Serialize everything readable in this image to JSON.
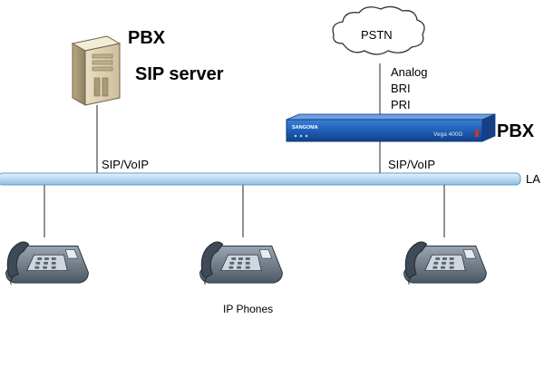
{
  "labels": {
    "pbx_left": "PBX",
    "sip_server": "SIP server",
    "pstn": "PSTN",
    "analog": "Analog",
    "bri": "BRI",
    "pri": "PRI",
    "pbx_right": "PBX",
    "sip_voip_left": "SIP/VoIP",
    "sip_voip_right": "SIP/VoIP",
    "lan": "LA",
    "ip_phones": "IP Phones"
  },
  "gateway": {
    "brand": "SANGOMA",
    "model": "Vega 400G"
  },
  "colors": {
    "lan_bar": "#b9d8f0",
    "lan_bar_edge": "#5f9cc8",
    "gateway_body": "#1f5fb8",
    "gateway_edge": "#0f3c80",
    "line": "#4a4a4a",
    "cloud_edge": "#333333"
  },
  "icons": {
    "server": "server-tower-icon",
    "cloud": "cloud-icon",
    "gateway": "gateway-appliance-icon",
    "phone": "desk-phone-icon"
  }
}
